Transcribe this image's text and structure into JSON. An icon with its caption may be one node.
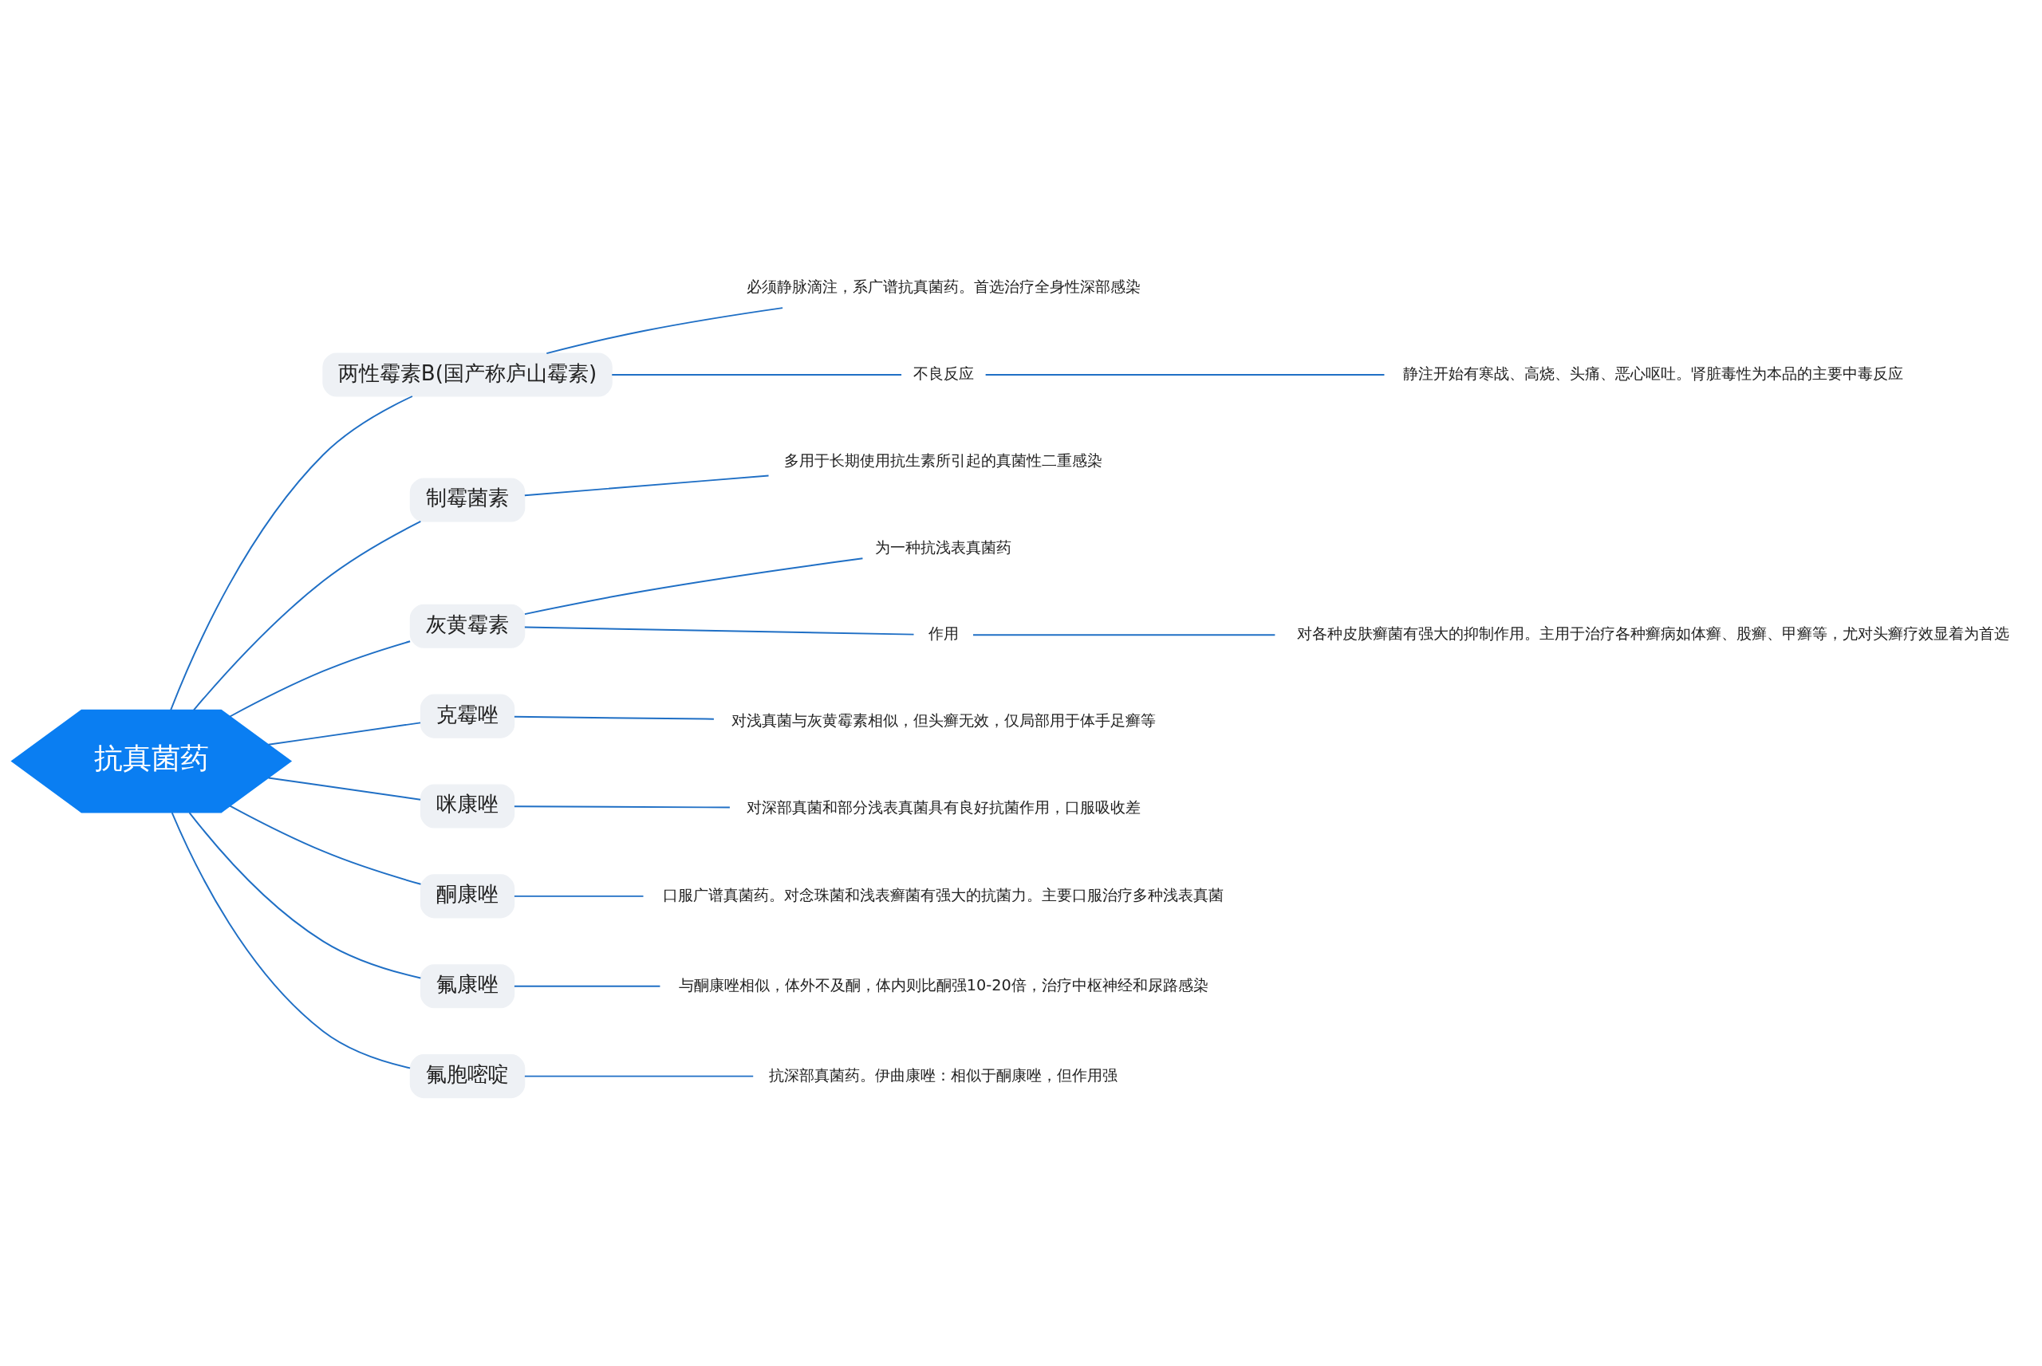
{
  "diagram": {
    "nodes": [
      {
        "text": [
          "抗真菌药"
        ]
      },
      {
        "text": [
          "两性霉素B(国产称庐山霉素)"
        ]
      },
      {
        "text": [
          "必须静脉滴注，系广谱抗真菌药。首选治疗全身性深部感染"
        ]
      },
      {
        "text": [
          "不良反应"
        ]
      },
      {
        "text": [
          "静注开始有寒战、高烧、头痛、恶心呕吐。肾脏毒性为本品的主要中毒反应"
        ]
      },
      {
        "text": [
          "制霉菌素"
        ]
      },
      {
        "text": [
          "多用于长期使用抗生素所引起的真菌性二重感染"
        ]
      },
      {
        "text": [
          "灰黄霉素"
        ]
      },
      {
        "text": [
          "为一种抗浅表真菌药"
        ]
      },
      {
        "text": [
          "作用"
        ]
      },
      {
        "text": [
          "对各种皮肤癣菌有强大的抑制作用。主用于治疗各种癣病如体癣、股癣、甲癣等，尤对头癣疗效显着为首选"
        ]
      },
      {
        "text": [
          "克霉唑"
        ]
      },
      {
        "text": [
          "对浅真菌与灰黄霉素相似，但头癣无效，仅局部用于体手足癣等"
        ]
      },
      {
        "text": [
          "咪康唑"
        ]
      },
      {
        "text": [
          "对深部真菌和部分浅表真菌具有良好抗菌作用，口服吸收差"
        ]
      },
      {
        "text": [
          "酮康唑"
        ]
      },
      {
        "text": [
          "口服广谱真菌药。对念珠菌和浅表癣菌有强大的抗菌力。主要口服治疗多种浅表真菌"
        ]
      },
      {
        "text": [
          "氟康唑"
        ]
      },
      {
        "text": [
          "与酮康唑相似，体外不及酮，体内则比酮强10-20倍，治疗中枢神经和尿路感染"
        ]
      },
      {
        "text": [
          "氟胞嘧啶"
        ]
      },
      {
        "text": [
          "抗深部真菌药。伊曲康唑：相似于酮康唑，但作用强"
        ]
      }
    ],
    "edges": [
      {
        "from": 0,
        "to": 1,
        "arrow": "none"
      },
      {
        "from": 1,
        "to": 2,
        "arrow": "none"
      },
      {
        "from": 1,
        "to": 3,
        "arrow": "none"
      },
      {
        "from": 3,
        "to": 4,
        "arrow": "none"
      },
      {
        "from": 0,
        "to": 5,
        "arrow": "none"
      },
      {
        "from": 5,
        "to": 6,
        "arrow": "none"
      },
      {
        "from": 0,
        "to": 7,
        "arrow": "none"
      },
      {
        "from": 7,
        "to": 8,
        "arrow": "none"
      },
      {
        "from": 7,
        "to": 9,
        "arrow": "none"
      },
      {
        "from": 9,
        "to": 10,
        "arrow": "none"
      },
      {
        "from": 0,
        "to": 11,
        "arrow": "none"
      },
      {
        "from": 11,
        "to": 12,
        "arrow": "none"
      },
      {
        "from": 0,
        "to": 13,
        "arrow": "none"
      },
      {
        "from": 13,
        "to": 14,
        "arrow": "none"
      },
      {
        "from": 0,
        "to": 15,
        "arrow": "none"
      },
      {
        "from": 15,
        "to": 16,
        "arrow": "none"
      },
      {
        "from": 0,
        "to": 17,
        "arrow": "none"
      },
      {
        "from": 17,
        "to": 18,
        "arrow": "none"
      },
      {
        "from": 0,
        "to": 19,
        "arrow": "none"
      },
      {
        "from": 19,
        "to": 20,
        "arrow": "none"
      }
    ]
  }
}
